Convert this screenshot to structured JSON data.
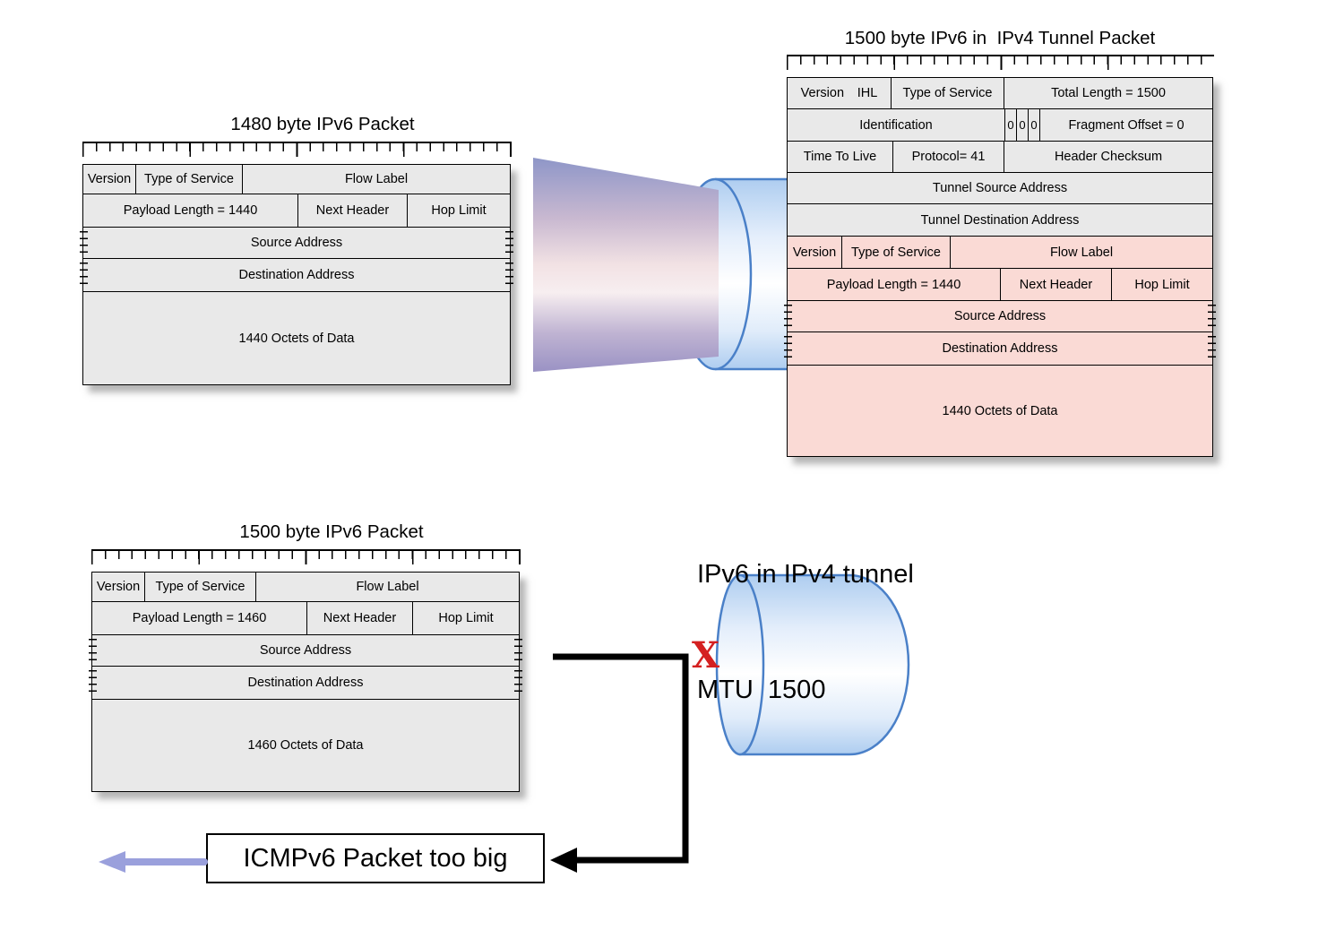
{
  "colors": {
    "outer_header_fill_gray": "#e9e9e9",
    "inner_packet_fill_pink": "#fadad5",
    "cylinder_stroke_blue": "#4a80c8",
    "reject_x_red": "#d42020",
    "return_arrow_lavender": "#9aa0dc"
  },
  "packet_1480": {
    "title": "1480 byte IPv6 Packet",
    "version": "Version",
    "type_of_service": "Type of Service",
    "flow_label": "Flow Label",
    "payload_length": "Payload Length = 1440",
    "next_header": "Next Header",
    "hop_limit": "Hop Limit",
    "source_address": "Source Address",
    "destination_address": "Destination Address",
    "data_octets": "1440 Octets of Data"
  },
  "tunnel_packet": {
    "title": "1500 byte IPv6 in  IPv4 Tunnel Packet",
    "ipv4": {
      "version": "Version",
      "ihl": "IHL",
      "type_of_service": "Type of Service",
      "total_length": "Total Length = 1500",
      "identification": "Identification",
      "flag_0a": "0",
      "flag_0b": "0",
      "flag_0c": "0",
      "fragment_offset": "Fragment Offset = 0",
      "time_to_live": "Time To Live",
      "protocol": "Protocol= 41",
      "header_checksum": "Header Checksum",
      "tunnel_source_address": "Tunnel Source Address",
      "tunnel_destination_address": "Tunnel Destination Address"
    },
    "ipv6": {
      "version": "Version",
      "type_of_service": "Type of Service",
      "flow_label": "Flow Label",
      "payload_length": "Payload Length = 1440",
      "next_header": "Next Header",
      "hop_limit": "Hop Limit",
      "source_address": "Source Address",
      "destination_address": "Destination Address",
      "data_octets": "1440 Octets of Data"
    }
  },
  "packet_1500": {
    "title": "1500 byte IPv6 Packet",
    "version": "Version",
    "type_of_service": "Type of Service",
    "flow_label": "Flow Label",
    "payload_length": "Payload Length = 1460",
    "next_header": "Next Header",
    "hop_limit": "Hop Limit",
    "source_address": "Source Address",
    "destination_address": "Destination Address",
    "data_octets": "1460 Octets of Data"
  },
  "tunnel": {
    "label_line1": "IPv6 in IPv4 tunnel",
    "label_line2": "MTU  1500"
  },
  "reject_mark": "X",
  "icmp_message": "ICMPv6 Packet too big"
}
